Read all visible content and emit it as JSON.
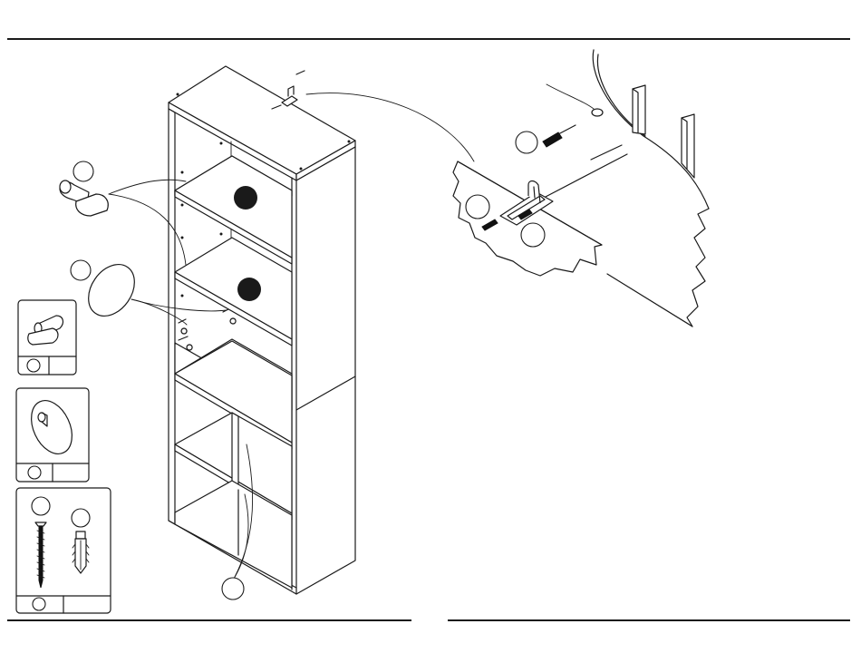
{
  "diagram": {
    "parts_boxes": [
      {
        "name": "shelf-pin",
        "icon": "shelf-pin-icon"
      },
      {
        "name": "hole-cover",
        "icon": "hole-cover-icon"
      },
      {
        "name": "screw-and-anchor",
        "icon": "screw-anchor-icon"
      }
    ],
    "callouts": [
      "shelf-pin",
      "hole-cover",
      "lower-dividers",
      "wall-screw",
      "bracket-screw",
      "wall-anchor"
    ],
    "colors": {
      "line": "#1a1a1a",
      "fill": "#ffffff",
      "accent": "#111111"
    }
  }
}
